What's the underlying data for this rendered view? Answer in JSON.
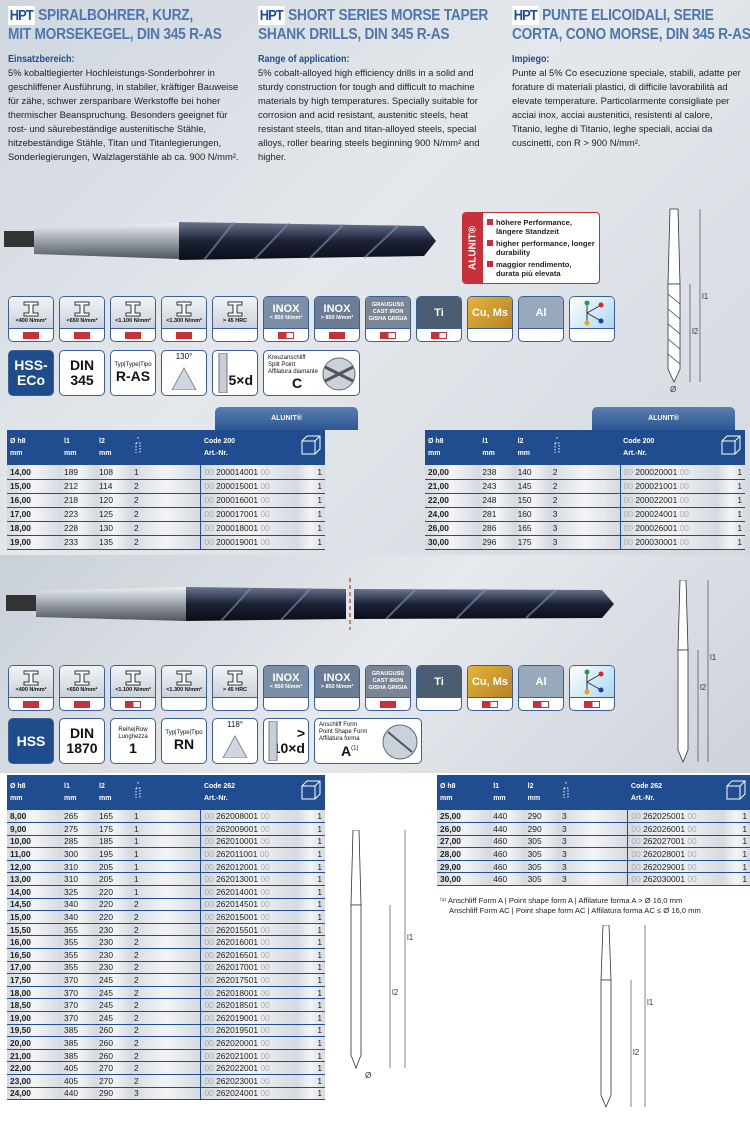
{
  "header": {
    "de": {
      "brand": "HPT",
      "title1": "SPIRALBOHRER, KURZ,",
      "title2": "MIT MORSEKEGEL, DIN 345 R-AS",
      "sub": "Einsatzbereich:",
      "text": "5% kobaltlegierter Hochleistungs-Sonderbohrer in geschliffener Ausführung, in stabiler, kräftiger Bauweise für zähe, schwer zerspanbare Werkstoffe bei hoher thermischer Beanspruchung. Besonders geeignet für rost- und säurebeständige austenitische Stähle, hitzebeständige Stähle, Titan und Titanlegierungen, Sonderlegierungen, Walzlagerstähle ab ca. 900 N/mm²."
    },
    "en": {
      "brand": "HPT",
      "title1": "SHORT SERIES MORSE TAPER",
      "title2": "SHANK DRILLS, DIN 345 R-AS",
      "sub": "Range of application:",
      "text": "5% cobalt-alloyed high efficiency drills in a solid and sturdy construction for tough and difficult to machine materials by high temperatures. Specially suitable for corrosion and acid resistant, austenitic steels, heat resistant steels, titan and titan-alloyed steels, special alloys, roller bearing steels beginning 900 N/mm² and higher."
    },
    "it": {
      "brand": "HPT",
      "title1": "PUNTE ELICOIDALI, SERIE",
      "title2": "CORTA, CONO MORSE, DIN 345 R-AS",
      "sub": "Impiego:",
      "text": "Punte al 5% Co esecuzione speciale, stabili, adatte per forature di materiali plastici, di difficile lavorabilità ad elevate temperature. Particolarmente consigliate per acciai inox, acciai austenitici, resistenti al calore, Titanio, leghe di Titanio, leghe speciali, acciai da cuscinetti, con R > 900 N/mm²."
    }
  },
  "alunit": {
    "label": "ALUNIT®",
    "items": [
      "höhere Performance, längere Standzeit",
      "higher performance, longer durability",
      "maggior rendimento, durata più elevata"
    ]
  },
  "materials_labels": [
    "<400 N/mm²",
    "<650 N/mm²",
    "<1.100 N/mm²",
    "<1.300 N/mm²",
    "> 45 HRC",
    "INOX",
    "< 850 N/mm²",
    "INOX",
    "> 850 N/mm²",
    "GRAUGUSS CAST IRON GISHA GRIGIA",
    "Ti",
    "Cu, Ms",
    "Al"
  ],
  "section1": {
    "ratings": [
      "full",
      "full",
      "full",
      "full",
      "none",
      "half",
      "full",
      "half",
      "half",
      "none",
      "none",
      "none"
    ],
    "specs": {
      "material1": "HSS-",
      "material2": "ECo",
      "din_label": "DIN",
      "din": "345",
      "type_label": "Typ|Type|Tipo",
      "type": "R-AS",
      "angle": "130°",
      "length": "5×d",
      "point_l1": "Kreuzanschliff",
      "point_l2": "Split Point",
      "point_l3": "Affilatura diamante",
      "point": "C"
    },
    "alunit_tab": "ALUNIT®",
    "tables": [
      {
        "code_label": "Code 200",
        "art_label": "Art.-Nr.",
        "rows": [
          [
            "14,00",
            "189",
            "108",
            "1",
            "200014001",
            "1"
          ],
          [
            "15,00",
            "212",
            "114",
            "2",
            "200015001",
            "1"
          ],
          [
            "16,00",
            "218",
            "120",
            "2",
            "200016001",
            "1"
          ],
          [
            "17,00",
            "223",
            "125",
            "2",
            "200017001",
            "1"
          ],
          [
            "18,00",
            "228",
            "130",
            "2",
            "200018001",
            "1"
          ],
          [
            "19,00",
            "233",
            "135",
            "2",
            "200019001",
            "1"
          ]
        ]
      },
      {
        "code_label": "Code 200",
        "art_label": "Art.-Nr.",
        "rows": [
          [
            "20,00",
            "238",
            "140",
            "2",
            "200020001",
            "1"
          ],
          [
            "21,00",
            "243",
            "145",
            "2",
            "200021001",
            "1"
          ],
          [
            "22,00",
            "248",
            "150",
            "2",
            "200022001",
            "1"
          ],
          [
            "24,00",
            "281",
            "160",
            "3",
            "200024001",
            "1"
          ],
          [
            "26,00",
            "286",
            "165",
            "3",
            "200026001",
            "1"
          ],
          [
            "30,00",
            "296",
            "175",
            "3",
            "200030001",
            "1"
          ]
        ]
      }
    ]
  },
  "section2": {
    "ratings": [
      "full",
      "full",
      "half",
      "none",
      "none",
      "none",
      "none",
      "full",
      "none",
      "half",
      "half",
      "half"
    ],
    "specs": {
      "material": "HSS",
      "din_label": "DIN",
      "din": "1870",
      "row_label1": "Reihe|Row",
      "row_label2": "Lunghezza",
      "row": "1",
      "type_label": "Typ|Type|Tipo",
      "type": "RN",
      "angle": "118°",
      "length1": ">",
      "length2": "10×d",
      "point_l1": "Anschliff Form",
      "point_l2": "Point Shape Form",
      "point_l3": "Affilatura forma",
      "point": "A",
      "point_sup": "(1)"
    },
    "tables": [
      {
        "code_label": "Code 262",
        "art_label": "Art.-Nr.",
        "rows": [
          [
            "8,00",
            "265",
            "165",
            "1",
            "262008001",
            "1"
          ],
          [
            "9,00",
            "275",
            "175",
            "1",
            "262009001",
            "1"
          ],
          [
            "10,00",
            "285",
            "185",
            "1",
            "262010001",
            "1"
          ],
          [
            "11,00",
            "300",
            "195",
            "1",
            "262011001",
            "1"
          ],
          [
            "12,00",
            "310",
            "205",
            "1",
            "262012001",
            "1"
          ],
          [
            "13,00",
            "310",
            "205",
            "1",
            "262013001",
            "1"
          ],
          [
            "14,00",
            "325",
            "220",
            "1",
            "262014001",
            "1"
          ],
          [
            "14,50",
            "340",
            "220",
            "2",
            "262014501",
            "1"
          ],
          [
            "15,00",
            "340",
            "220",
            "2",
            "262015001",
            "1"
          ],
          [
            "15,50",
            "355",
            "230",
            "2",
            "262015501",
            "1"
          ],
          [
            "16,00",
            "355",
            "230",
            "2",
            "262016001",
            "1"
          ],
          [
            "16,50",
            "355",
            "230",
            "2",
            "262016501",
            "1"
          ],
          [
            "17,00",
            "355",
            "230",
            "2",
            "262017001",
            "1"
          ],
          [
            "17,50",
            "370",
            "245",
            "2",
            "262017501",
            "1"
          ],
          [
            "18,00",
            "370",
            "245",
            "2",
            "262018001",
            "1"
          ],
          [
            "18,50",
            "370",
            "245",
            "2",
            "262018501",
            "1"
          ],
          [
            "19,00",
            "370",
            "245",
            "2",
            "262019001",
            "1"
          ],
          [
            "19,50",
            "385",
            "260",
            "2",
            "262019501",
            "1"
          ],
          [
            "20,00",
            "385",
            "260",
            "2",
            "262020001",
            "1"
          ],
          [
            "21,00",
            "385",
            "260",
            "2",
            "262021001",
            "1"
          ],
          [
            "22,00",
            "405",
            "270",
            "2",
            "262022001",
            "1"
          ],
          [
            "23,00",
            "405",
            "270",
            "2",
            "262023001",
            "1"
          ],
          [
            "24,00",
            "440",
            "290",
            "3",
            "262024001",
            "1"
          ]
        ]
      },
      {
        "code_label": "Code 262",
        "art_label": "Art.-Nr.",
        "rows": [
          [
            "25,00",
            "440",
            "290",
            "3",
            "262025001",
            "1"
          ],
          [
            "26,00",
            "440",
            "290",
            "3",
            "262026001",
            "1"
          ],
          [
            "27,00",
            "460",
            "305",
            "3",
            "262027001",
            "1"
          ],
          [
            "28,00",
            "460",
            "305",
            "3",
            "262028001",
            "1"
          ],
          [
            "29,00",
            "460",
            "305",
            "3",
            "262029001",
            "1"
          ],
          [
            "30,00",
            "460",
            "305",
            "3",
            "262030001",
            "1"
          ]
        ]
      }
    ],
    "footnote1": "⁽¹⁾ Anschliff Form A | Point shape form A | Affilature forma A > Ø 16,0 mm",
    "footnote2": "Anschliff Form AC | Point shape form AC | Affilatura forma AC ≤ Ø 16,0 mm"
  },
  "table_headers": {
    "d": "Ø h8",
    "l1": "l1",
    "l2": "l2",
    "mm": "mm",
    "code_prefix": "00",
    "code_suffix": "00"
  },
  "diagram": {
    "l1": "l1",
    "l2": "l2",
    "d": "Ø"
  }
}
